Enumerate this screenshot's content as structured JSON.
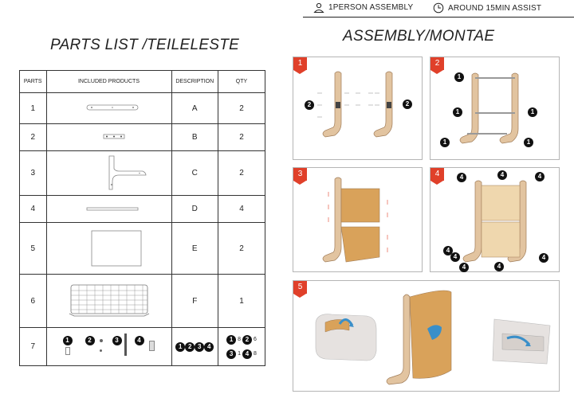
{
  "header": {
    "person_label": "1PERSON ASSEMBLY",
    "person_icon": "person-icon",
    "time_label": "AROUND 15MIN ASSIST",
    "time_icon": "clock-icon"
  },
  "parts_title": "PARTS LIST /TEILELESTE",
  "assembly_title": "ASSEMBLY/MONTAE",
  "table": {
    "headers": [
      "PARTS",
      "INCLUDED PRODUCTS",
      "DESCRIPTION",
      "QTY"
    ],
    "rows": [
      {
        "part": "1",
        "desc": "A",
        "qty": "2"
      },
      {
        "part": "2",
        "desc": "B",
        "qty": "2"
      },
      {
        "part": "3",
        "desc": "C",
        "qty": "2"
      },
      {
        "part": "4",
        "desc": "D",
        "qty": "4"
      },
      {
        "part": "5",
        "desc": "E",
        "qty": "2"
      },
      {
        "part": "6",
        "desc": "F",
        "qty": "1"
      },
      {
        "part": "7",
        "desc": "",
        "qty": ""
      }
    ],
    "hardware": {
      "items": [
        "1",
        "2",
        "3",
        "4"
      ],
      "desc_items": [
        "1",
        "2",
        "3",
        "4"
      ],
      "qty": [
        {
          "id": "1",
          "count": "8"
        },
        {
          "id": "2",
          "count": "6"
        },
        {
          "id": "3",
          "count": "1"
        },
        {
          "id": "4",
          "count": "8"
        }
      ]
    }
  },
  "steps": [
    {
      "number": "1",
      "callouts": [
        "2",
        "2"
      ]
    },
    {
      "number": "2",
      "callouts": [
        "1",
        "1",
        "1",
        "1",
        "1"
      ]
    },
    {
      "number": "3"
    },
    {
      "number": "4",
      "callouts": [
        "4",
        "4",
        "4",
        "4",
        "4",
        "4",
        "4",
        "4"
      ]
    },
    {
      "number": "5"
    }
  ],
  "colors": {
    "accent": "#e0402a",
    "wood": "#e2c4a0",
    "panel_fill": "#d9a25a"
  }
}
